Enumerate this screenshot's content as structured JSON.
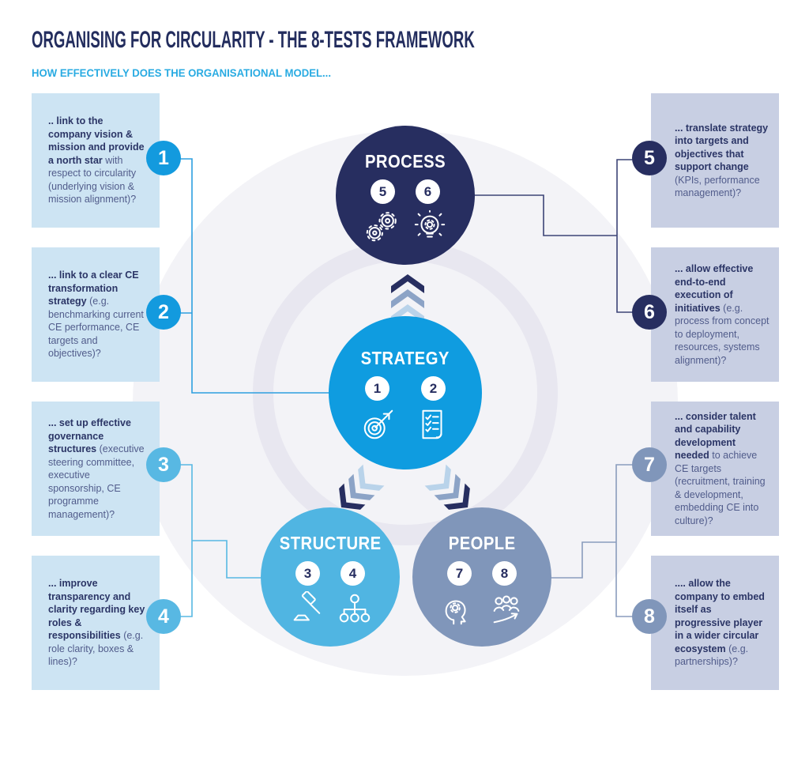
{
  "header": {
    "title": "ORGANISING FOR CIRCULARITY - THE 8-TESTS FRAMEWORK",
    "subtitle": "HOW EFFECTIVELY DOES THE ORGANISATIONAL MODEL..."
  },
  "tests": [
    {
      "number": "1",
      "bold": ".. link to the company vision & mission and provide a north star",
      "regular": "with respect to circularity (underlying vision & mission alignment)?",
      "side": "left",
      "links_to": "strategy"
    },
    {
      "number": "2",
      "bold": "... link to a clear CE transformation strategy",
      "regular": "(e.g. benchmarking current CE performance, CE targets and objectives)?",
      "side": "left",
      "links_to": "strategy"
    },
    {
      "number": "3",
      "bold": "... set up effective governance structures",
      "regular": "(executive steering committee, executive sponsorship, CE programme management)?",
      "side": "left",
      "links_to": "structure"
    },
    {
      "number": "4",
      "bold": "... improve transparency and clarity regarding key roles & responsibilities",
      "regular": "(e.g. role clarity, boxes & lines)?",
      "side": "left",
      "links_to": "structure"
    },
    {
      "number": "5",
      "bold": "... translate strategy into targets and objectives that support change",
      "regular": "(KPIs, performance management)?",
      "side": "right",
      "links_to": "process"
    },
    {
      "number": "6",
      "bold": "... allow effective end-to-end execution of initiatives",
      "regular": "(e.g. process from concept to deployment, resources, systems alignment)?",
      "side": "right",
      "links_to": "process"
    },
    {
      "number": "7",
      "bold": "... consider talent and capability development needed",
      "regular": "to achieve CE targets (recruitment, training & development, embedding CE into culture)?",
      "side": "right",
      "links_to": "people"
    },
    {
      "number": "8",
      "bold": ".... allow the company to embed itself as progressive player in a wider circular ecosystem",
      "regular": "(e.g. partnerships)?",
      "side": "right",
      "links_to": "people"
    }
  ],
  "circles": {
    "process": {
      "label": "PROCESS",
      "numbers": [
        "5",
        "6"
      ],
      "icons": [
        "gears-icon",
        "lightbulb-gear-icon"
      ]
    },
    "strategy": {
      "label": "STRATEGY",
      "numbers": [
        "1",
        "2"
      ],
      "icons": [
        "target-arrow-icon",
        "checklist-icon"
      ]
    },
    "structure": {
      "label": "STRUCTURE",
      "numbers": [
        "3",
        "4"
      ],
      "icons": [
        "gavel-icon",
        "org-chart-icon"
      ]
    },
    "people": {
      "label": "PEOPLE",
      "numbers": [
        "7",
        "8"
      ],
      "icons": [
        "head-gear-icon",
        "team-growth-icon"
      ]
    }
  },
  "colors": {
    "title": "#232d5e",
    "subtitle": "#29abe2",
    "process": "#272e60",
    "strategy": "#0f9ce0",
    "structure": "#50b5e2",
    "people": "#8096ba",
    "left_box_bg": "#cde4f3",
    "right_box_bg": "#c8cfe3",
    "chevron_dark": "#272e60",
    "chevron_mid": "#8ca3c6",
    "chevron_light": "#b9d3ea"
  }
}
